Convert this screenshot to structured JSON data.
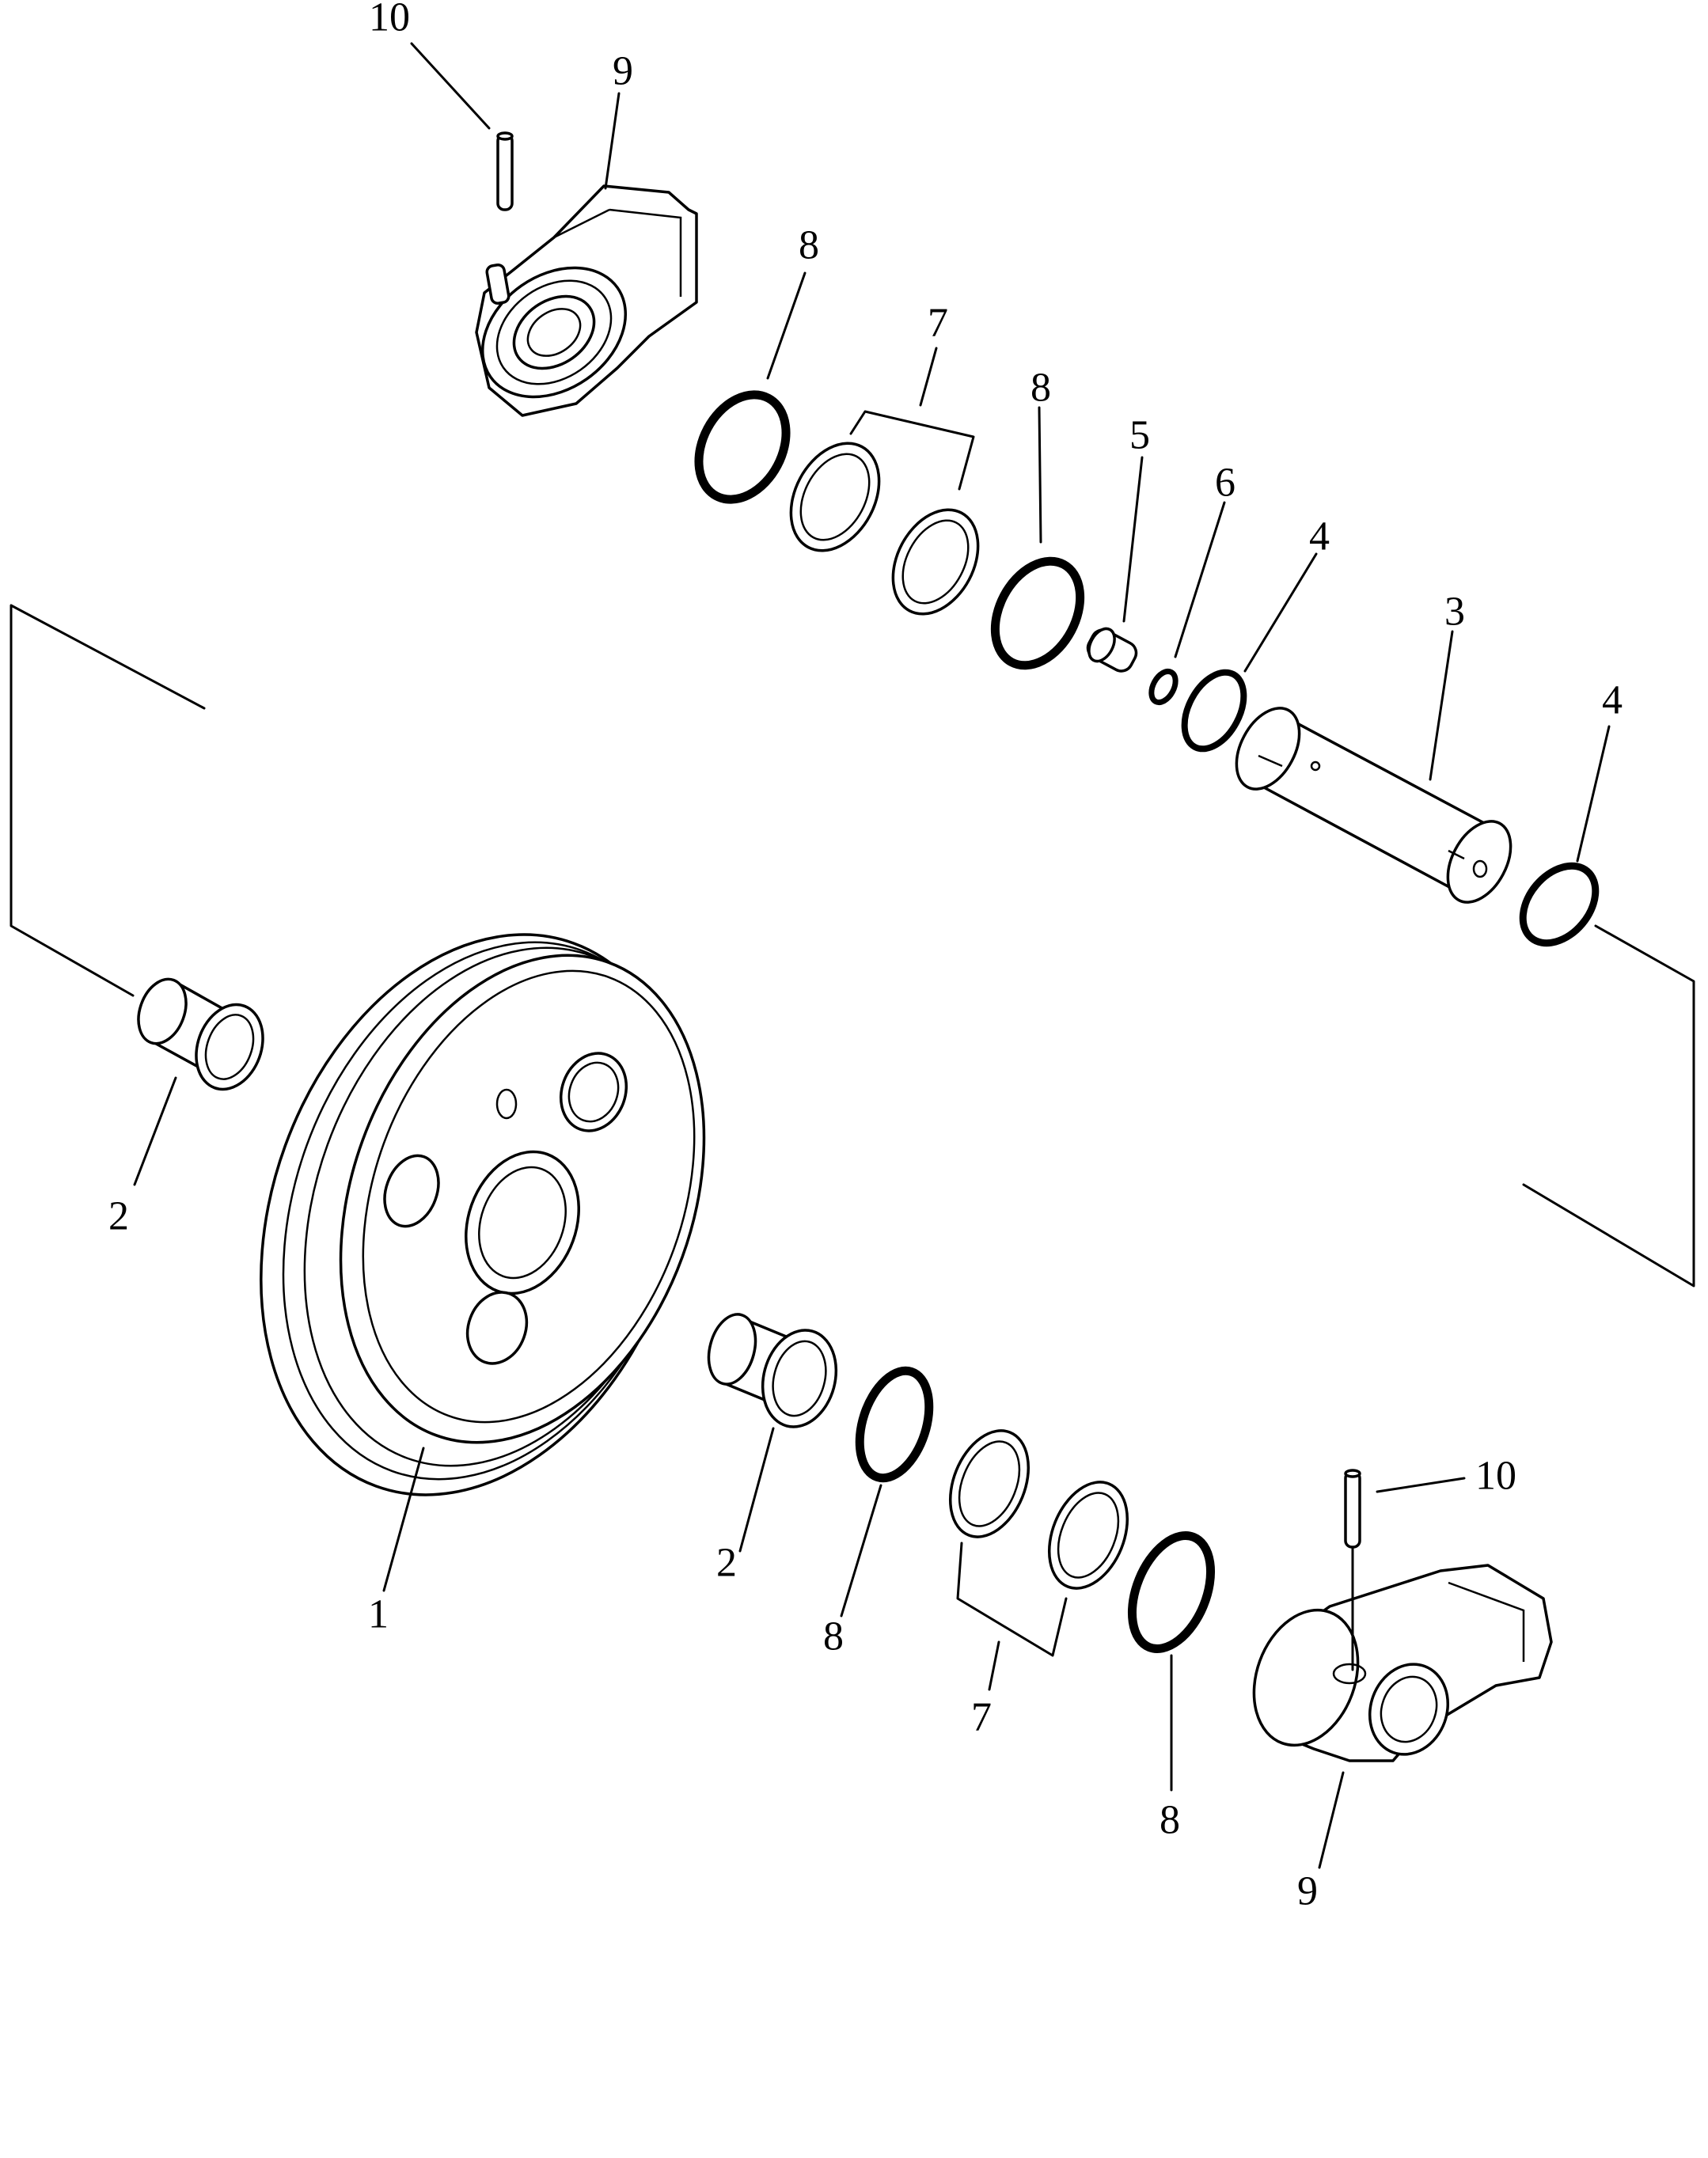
{
  "callouts": {
    "c10_top": "10",
    "c9_top": "9",
    "c8_a": "8",
    "c7_top": "7",
    "c8_b": "8",
    "c5": "5",
    "c6": "6",
    "c4_a": "4",
    "c3": "3",
    "c4_b": "4",
    "c2_left": "2",
    "c1": "1",
    "c2_mid": "2",
    "c8_c": "8",
    "c7_bottom": "7",
    "c8_d": "8",
    "c10_bottom": "10",
    "c9_bottom": "9"
  },
  "parts": [
    {
      "id": 1,
      "icon": "idler-wheel-icon"
    },
    {
      "id": 2,
      "icon": "bushing-icon"
    },
    {
      "id": 3,
      "icon": "shaft-icon"
    },
    {
      "id": 4,
      "icon": "o-ring-icon"
    },
    {
      "id": 5,
      "icon": "plug-icon"
    },
    {
      "id": 6,
      "icon": "small-o-ring-icon"
    },
    {
      "id": 7,
      "icon": "floating-seal-icon"
    },
    {
      "id": 8,
      "icon": "o-ring-icon"
    },
    {
      "id": 9,
      "icon": "support-bracket-icon"
    },
    {
      "id": 10,
      "icon": "pin-icon"
    }
  ]
}
